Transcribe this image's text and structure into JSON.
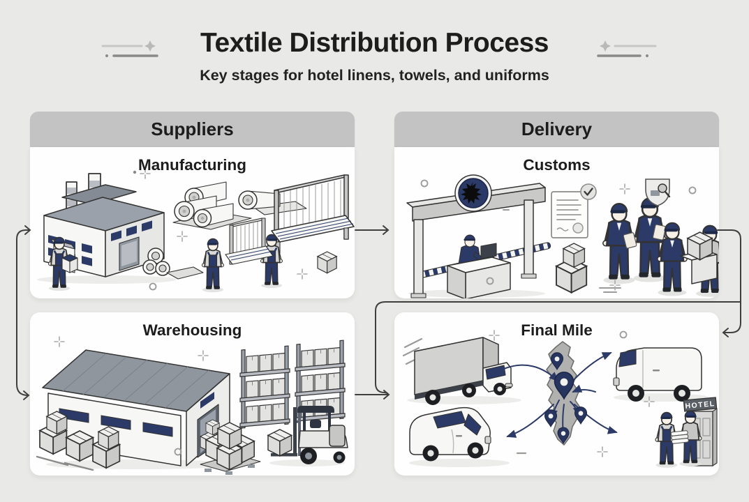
{
  "page": {
    "title": "Textile Distribution Process",
    "subtitle": "Key stages for hotel linens, towels, and uniforms"
  },
  "columns": [
    {
      "header": "Suppliers"
    },
    {
      "header": "Delivery"
    }
  ],
  "panels": [
    {
      "id": "manufacturing",
      "column": "Suppliers",
      "title": "Manufacturing",
      "icons": [
        "factory-icon",
        "smokestacks-icon",
        "fabric-rolls-icon",
        "fabric-roll-sheet-icon",
        "weaving-loom-icon",
        "loom-workers-icon",
        "worker-carrying-box-icon"
      ]
    },
    {
      "id": "customs",
      "column": "Delivery",
      "title": "Customs",
      "icons": [
        "border-gate-icon",
        "eagle-emblem-icon",
        "barrier-arm-icon",
        "customs-desk-officer-icon",
        "stamped-document-icon",
        "check-badge-icon",
        "parcel-boxes-icon",
        "customs-officers-icon",
        "security-shield-icon",
        "package-inspection-icon"
      ]
    },
    {
      "id": "warehousing",
      "column": "Suppliers",
      "title": "Warehousing",
      "icons": [
        "warehouse-icon",
        "pallet-boxes-icon",
        "storage-rack-icon",
        "pallet-stack-icon",
        "forklift-icon"
      ]
    },
    {
      "id": "final-mile",
      "column": "Delivery",
      "title": "Final Mile",
      "hotel_sign": "HOTEL",
      "icons": [
        "box-truck-icon",
        "cargo-van-icon",
        "albania-map-icon",
        "location-pins-icon",
        "route-arrows-icon",
        "delivery-van-icon",
        "hotel-door-icon",
        "linen-handoff-icon"
      ]
    }
  ],
  "flow": [
    {
      "from": "start",
      "to": "Manufacturing"
    },
    {
      "from": "Manufacturing",
      "to": "Customs"
    },
    {
      "from": "Customs",
      "to": "Final Mile"
    },
    {
      "from": "start",
      "to": "Warehousing"
    },
    {
      "from": "Warehousing",
      "to": "Final Mile"
    }
  ],
  "colors": {
    "background": "#e9e9e7",
    "panel": "#fefefe",
    "header_bar": "#c3c3c3",
    "text": "#1d1d1d",
    "navy": "#2b3a66",
    "connector": "#3f3f3f",
    "map_gray": "#b1b1af"
  }
}
